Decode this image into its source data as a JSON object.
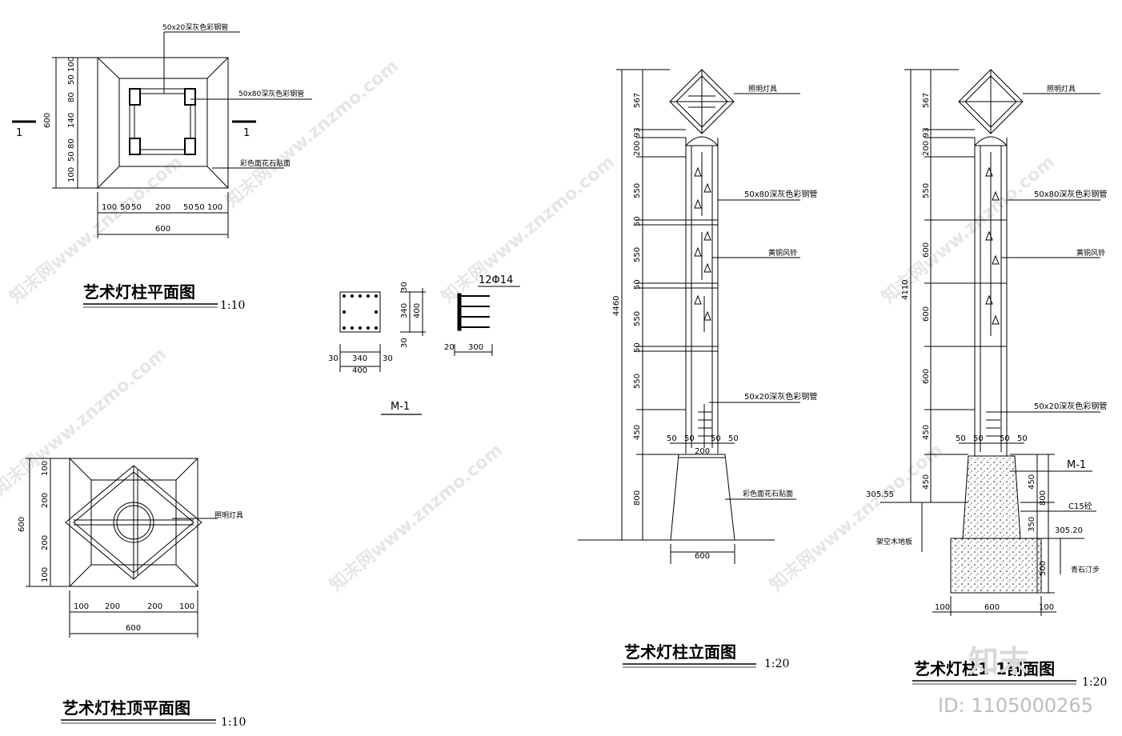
{
  "drawings": {
    "plan": {
      "title": "艺术灯柱平面图",
      "scale": "1:10",
      "labels": [
        "50x20深灰色彩钢管",
        "50x80深灰色彩钢管",
        "彩色面花石贴面"
      ],
      "section_mark": "1",
      "dims_vertical": [
        "100",
        "50",
        "80",
        "140",
        "80",
        "50",
        "100"
      ],
      "dims_vertical_total": "600",
      "dims_horizontal": [
        "100",
        "50",
        "50",
        "200",
        "50",
        "50",
        "100"
      ],
      "dims_horizontal_total": "600"
    },
    "top_plan": {
      "title": "艺术灯柱顶平面图",
      "scale": "1:10",
      "labels": [
        "照明灯具"
      ],
      "dims_vertical": [
        "100",
        "200",
        "200",
        "100"
      ],
      "dims_vertical_total": "600",
      "dims_horizontal": [
        "100",
        "200",
        "200",
        "100"
      ],
      "dims_horizontal_total": "600"
    },
    "m1": {
      "title": "M-1",
      "rebar": "12Φ14",
      "dims": [
        "30",
        "340",
        "30",
        "400",
        "30",
        "340",
        "30",
        "400",
        "20",
        "300"
      ]
    },
    "elevation": {
      "title": "艺术灯柱立面图",
      "scale": "1:20",
      "labels": [
        "照明灯具",
        "50x80深灰色彩钢管",
        "黄铜风铃",
        "50x20深灰色彩钢管",
        "彩色面花石贴面"
      ],
      "dims_vertical": [
        "567",
        "93",
        "200",
        "550",
        "50",
        "550",
        "50",
        "550",
        "50",
        "550",
        "450",
        "800"
      ],
      "dims_total": "4460",
      "dims_bottom": [
        "50",
        "50",
        "50",
        "50",
        "200",
        "600"
      ]
    },
    "section": {
      "title": "艺术灯柱1-1剖面图",
      "scale": "1:20",
      "labels": [
        "照明灯具",
        "50x80深灰色彩钢管",
        "黄铜风铃",
        "50x20深灰色彩钢管",
        "M-1",
        "C15砼",
        "架空木地板",
        "青石汀步"
      ],
      "dims_vertical": [
        "567",
        "93",
        "200",
        "550",
        "600",
        "600",
        "600",
        "450",
        "450"
      ],
      "dims_total": "4110",
      "dims_footing": [
        "450",
        "800",
        "350",
        "500"
      ],
      "levels": [
        "305.55",
        "305.20"
      ],
      "dims_bottom": [
        "50",
        "50",
        "50",
        "50",
        "100",
        "600",
        "100"
      ]
    }
  },
  "watermark": {
    "text": "知末网www.znzmo.com",
    "brand": "知末",
    "id": "ID: 1105000265"
  }
}
